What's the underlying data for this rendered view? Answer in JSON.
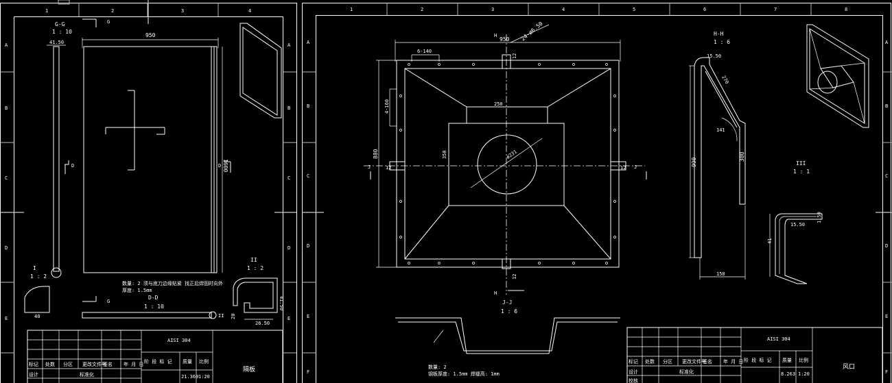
{
  "sheet_left": {
    "zone_cols": [
      "1",
      "2",
      "3",
      "4"
    ],
    "zone_rows": [
      "A",
      "B",
      "C",
      "D",
      "E"
    ],
    "view_gg_name": "G-G",
    "view_gg_scale": "1 : 10",
    "dim_top_small": "41.50",
    "dim_width": "950",
    "dim_height": "1600",
    "section_marker_g": "G",
    "section_marker_d": "D",
    "detail_i_name": "I",
    "detail_i_scale": "1 : 2",
    "detail_i_dim": "40",
    "detail_ii_name": "II",
    "detail_ii_scale": "1 : 2",
    "detail_ii_dims": [
      "41.50",
      "20",
      "26.50"
    ],
    "view_dd_name": "D-D",
    "view_dd_scale": "1 : 10",
    "note_line1": "数量: 2 须与底刀边缘贴紧 找正后焊固时向外",
    "note_line2": "厚度: 1.5mm",
    "title_material": "AISI 304",
    "title_headers": [
      "标记",
      "处数",
      "分区",
      "更改文件号",
      "签名",
      "年 月 日"
    ],
    "title_row2": [
      "设计",
      "",
      "标准化"
    ],
    "title_stage": [
      "阶 段 标 记",
      "质量",
      "比例"
    ],
    "title_mass": "21.369",
    "title_scale": "1:20",
    "title_name": "隔板"
  },
  "sheet_right": {
    "zone_cols": [
      "1",
      "2",
      "3",
      "4",
      "5",
      "6",
      "7",
      "8"
    ],
    "zone_rows": [
      "A",
      "B",
      "C",
      "D",
      "E",
      "F"
    ],
    "dim_top": "950",
    "dim_holes_callout": "24-ø6.50",
    "dim_hole_spacing_top": "6-140",
    "dim_hole_spacing_left": "4-160",
    "dim_left": "880",
    "dim_inner_top": "250",
    "dim_inner_left": "350",
    "dim_circle": "ø231",
    "dim_flange": [
      "12",
      "12",
      "12",
      "12"
    ],
    "section_h": "H",
    "section_j": "J",
    "view_jj_name": "J-J",
    "view_jj_scale": "1 : 6",
    "view_hh_name": "H-H",
    "view_hh_scale": "1 : 6",
    "hh_dims": [
      "15.50",
      "270",
      "990",
      "300",
      "150",
      "141"
    ],
    "detail_iii_name": "III",
    "detail_iii_scale": "1 : 1",
    "detail_iii_dims": [
      "15.50",
      "1.50",
      "41"
    ],
    "note_line1": "数量: 2",
    "note_line2": "钢板厚度: 1.5mm 焊缝高: 1mm",
    "title_material": "AISI 304",
    "title_headers": [
      "标记",
      "处数",
      "分区",
      "更改文件号",
      "签名",
      "年 月 日"
    ],
    "title_row2": [
      "设计",
      "",
      "标准化"
    ],
    "title_row3": [
      "校核"
    ],
    "title_stage": [
      "阶 段 标 记",
      "质量",
      "比例"
    ],
    "title_mass": "8.263",
    "title_scale": "1:20",
    "title_name": "风口"
  }
}
